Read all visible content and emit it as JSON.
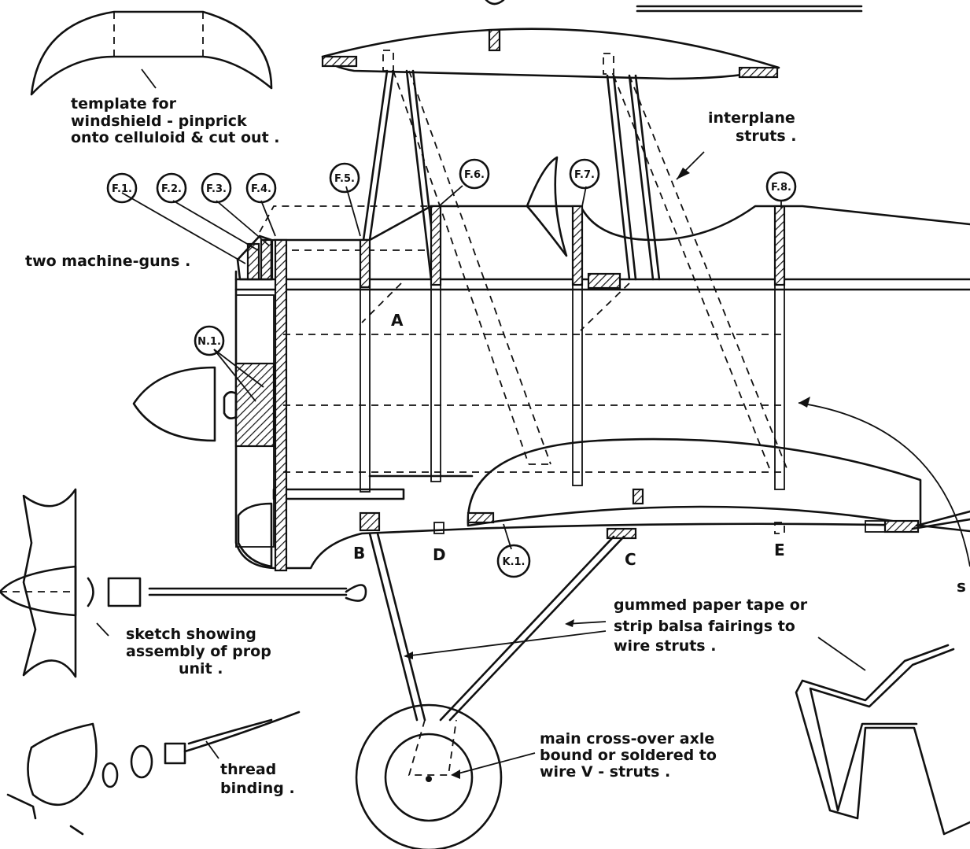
{
  "labels": {
    "template": [
      "template for",
      "windshield - pinprick",
      "onto celluloid & cut out ."
    ],
    "interplane": [
      "interplane",
      "struts ."
    ],
    "machine_guns": "two machine-guns .",
    "gummed": [
      "gummed paper tape or",
      "strip balsa fairings to",
      "wire struts ."
    ],
    "prop_sketch": [
      "sketch showing",
      "assembly of prop",
      "unit ."
    ],
    "thread": [
      "thread",
      "binding ."
    ],
    "axle": [
      "main cross-over axle",
      "bound or soldered to",
      "wire V - struts ."
    ],
    "edge_letter": "s"
  },
  "formers": [
    {
      "id": "F.1.",
      "text": "F.1."
    },
    {
      "id": "F.2.",
      "text": "F.2."
    },
    {
      "id": "F.3.",
      "text": "F.3."
    },
    {
      "id": "F.4.",
      "text": "F.4."
    },
    {
      "id": "F.5.",
      "text": "F.5."
    },
    {
      "id": "F.6.",
      "text": "F.6."
    },
    {
      "id": "F.7.",
      "text": "F.7."
    },
    {
      "id": "F.8.",
      "text": "F.8."
    },
    {
      "id": "N.1.",
      "text": "N.1."
    },
    {
      "id": "K.1.",
      "text": "K.1."
    }
  ],
  "stations": {
    "A": "A",
    "B": "B",
    "C": "C",
    "D": "D",
    "E": "E"
  }
}
